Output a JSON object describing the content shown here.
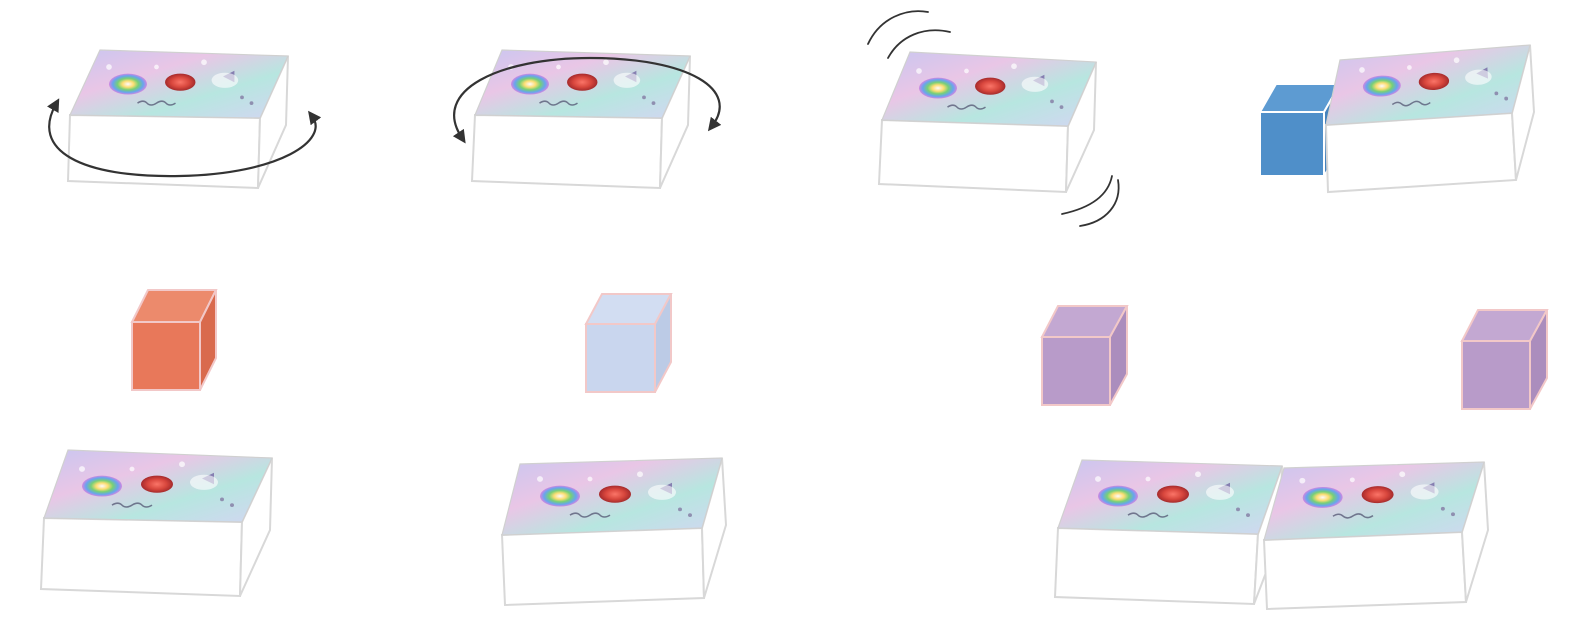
{
  "diagram": {
    "colors": {
      "background": "#ffffff",
      "box_outline": "#d8d8d8",
      "arrow": "#333333",
      "cube_blue": "#4f8fc9",
      "cube_orange": "#e8785a",
      "cube_light_blue": "#c9d6ee",
      "cube_purple": "#b89bc9"
    },
    "top_row": [
      {
        "object": "textured-box",
        "motion": "rotate-clockwise",
        "icon": "curved-double-arrow"
      },
      {
        "object": "textured-box",
        "motion": "rotate-counterclockwise",
        "icon": "curved-double-arrow"
      },
      {
        "object": "textured-box",
        "motion": "shake",
        "icon": "motion-lines"
      },
      {
        "object": "textured-box",
        "motion": "none",
        "companion": "blue-cube"
      }
    ],
    "middle_row": [
      {
        "object": "cube",
        "color": "orange"
      },
      {
        "object": "cube",
        "color": "light-blue"
      },
      {
        "object": "cube",
        "color": "purple"
      },
      {
        "object": "cube",
        "color": "purple"
      }
    ],
    "bottom_row": [
      {
        "object": "textured-box"
      },
      {
        "object": "textured-box"
      },
      {
        "object": "textured-box-pair"
      }
    ]
  }
}
